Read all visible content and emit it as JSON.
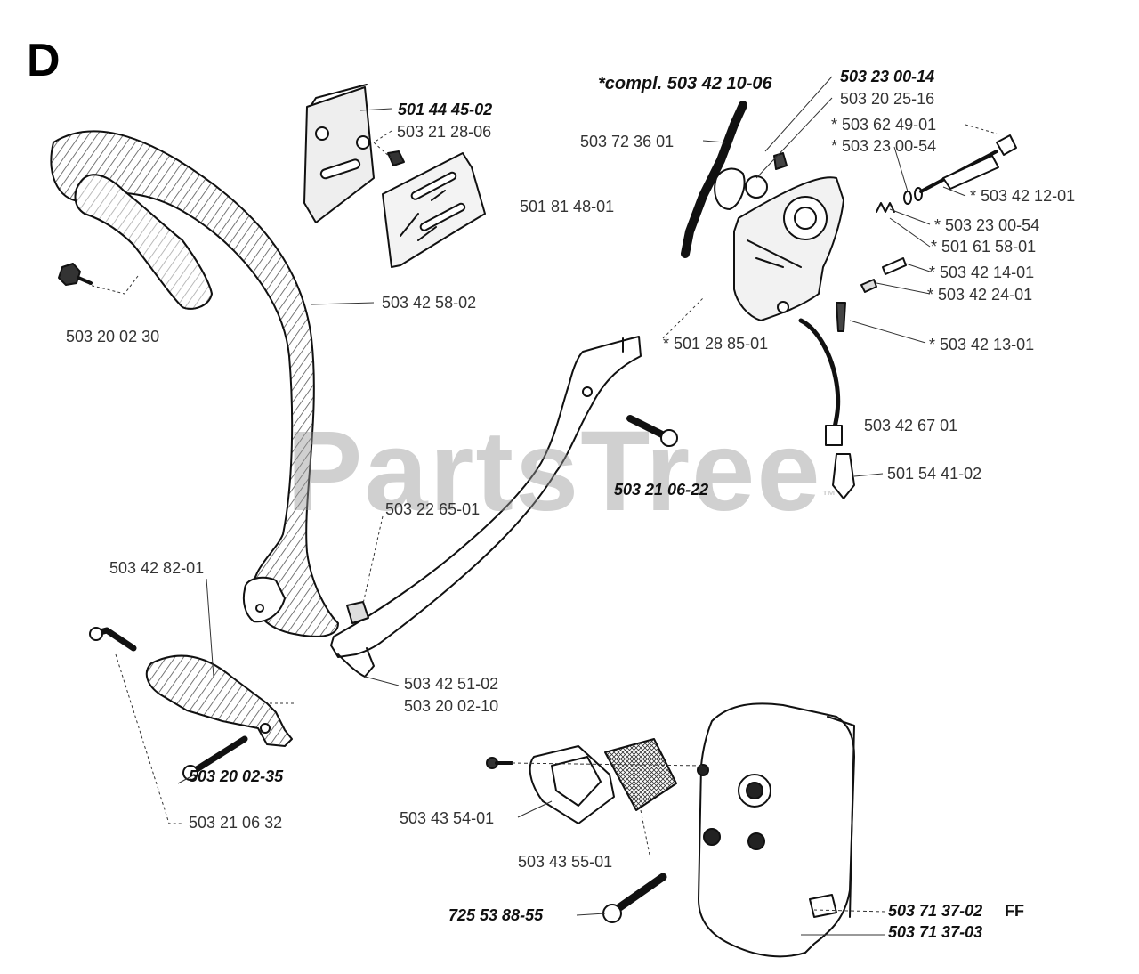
{
  "section_letter": "D",
  "watermark": "PartsTree",
  "watermark_tm": "™",
  "labels": {
    "p_501_44_45_02": "501 44 45-02",
    "p_503_21_28_06": "503 21 28-06",
    "p_501_81_48_01": "501 81 48-01",
    "p_503_42_58_02": "503 42 58-02",
    "p_503_20_02_30": "503 20 02 30",
    "compl": "*compl. 503 42 10-06",
    "p_503_23_00_14": "503 23 00-14",
    "p_503_20_25_16": "503 20 25-16",
    "p_503_62_49_01": "* 503 62 49-01",
    "p_503_23_00_54a": "* 503 23 00-54",
    "p_503_72_36_01": "503 72 36 01",
    "p_503_42_12_01": "* 503 42 12-01",
    "p_503_23_00_54b": "* 503 23 00-54",
    "p_501_61_58_01": "* 501 61 58-01",
    "p_503_42_14_01": "* 503 42 14-01",
    "p_503_42_24_01": "* 503 42 24-01",
    "p_501_28_85_01": "* 501 28 85-01",
    "p_503_42_13_01": "* 503 42 13-01",
    "p_503_42_67_01": "503 42 67 01",
    "p_501_54_41_02": "501 54 41-02",
    "p_503_21_06_22": "503 21 06-22",
    "p_503_22_65_01": "503 22 65-01",
    "p_503_42_82_01": "503 42 82-01",
    "p_503_42_51_02": "503 42 51-02",
    "p_503_20_02_10": "503 20 02-10",
    "p_503_20_02_35": "503 20 02-35",
    "p_503_21_06_32": "503 21 06 32",
    "p_503_43_54_01": "503 43 54-01",
    "p_503_43_55_01": "503 43 55-01",
    "p_725_53_88_55": "725 53 88-55",
    "p_503_71_37_02": "503 71 37-02",
    "p_ff": "FF",
    "p_503_71_37_03": "503 71 37-03"
  }
}
